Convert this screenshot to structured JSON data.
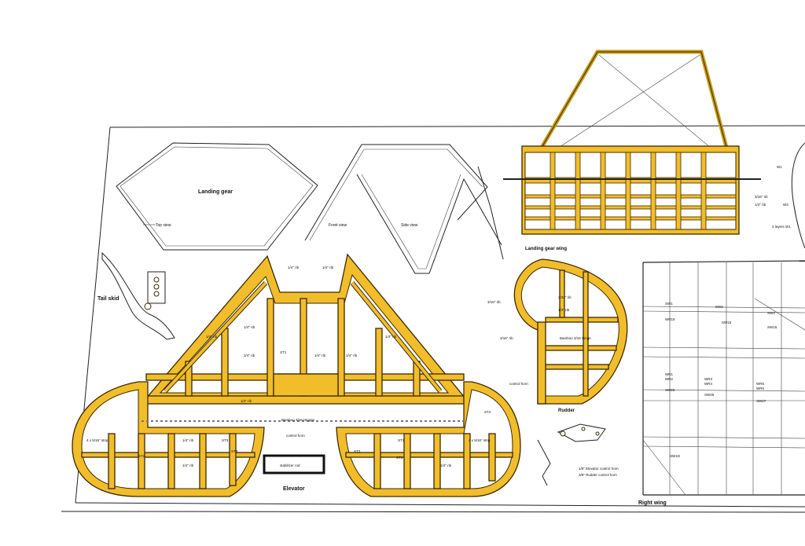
{
  "labels": {
    "landing_gear": "Landing gear",
    "top_view": "Top view",
    "front_view": "Front view",
    "side_view": "Side view",
    "tail_skid": "Tail skid",
    "landing_gear_wing": "Landing gear wing",
    "rudder": "Rudder",
    "elevator": "Elevator",
    "right_wing": "Right wing",
    "stabilizer_rod": "stabilizer rod",
    "control_horn": "control horn",
    "bamboo_hinge_elevator": "Bamboo 3/16 Hinges",
    "bamboo_hinge_rudder": "Bamboo 3/16 Hinge",
    "elevator_control_horn": "1/8\" Elevator control horn",
    "rudder_control_horn": "3/8\" Rudder control horn"
  },
  "dims": {
    "q_rib": "1/4\" rib",
    "q_rib_a": "1/4\" rib",
    "st1": "ST1",
    "st2": "ST2",
    "st3": "ST3",
    "st4": "ST4",
    "st5": "ST5",
    "strip": "4 x 5/16\" strip",
    "three_sixteenths": "3/16\" rib",
    "three_sixteenths_b": "3/16\" ribs",
    "three_thirtyseconds": "3/32\" rib",
    "one_eighth": "1/8\"",
    "one_sixteenth": "1/16\" rib",
    "layers": "4 layers W1",
    "plain_rib": "rib"
  },
  "wing_labels": [
    "SW1",
    "SW2",
    "SW3",
    "SW15",
    "WR1",
    "WR2",
    "WR3",
    "WR4",
    "WR5",
    "WR6",
    "SW25",
    "SW26",
    "SW27",
    "SW1D",
    "WR18"
  ],
  "wing_top_labels": [
    "W1",
    "W2",
    "W3"
  ]
}
